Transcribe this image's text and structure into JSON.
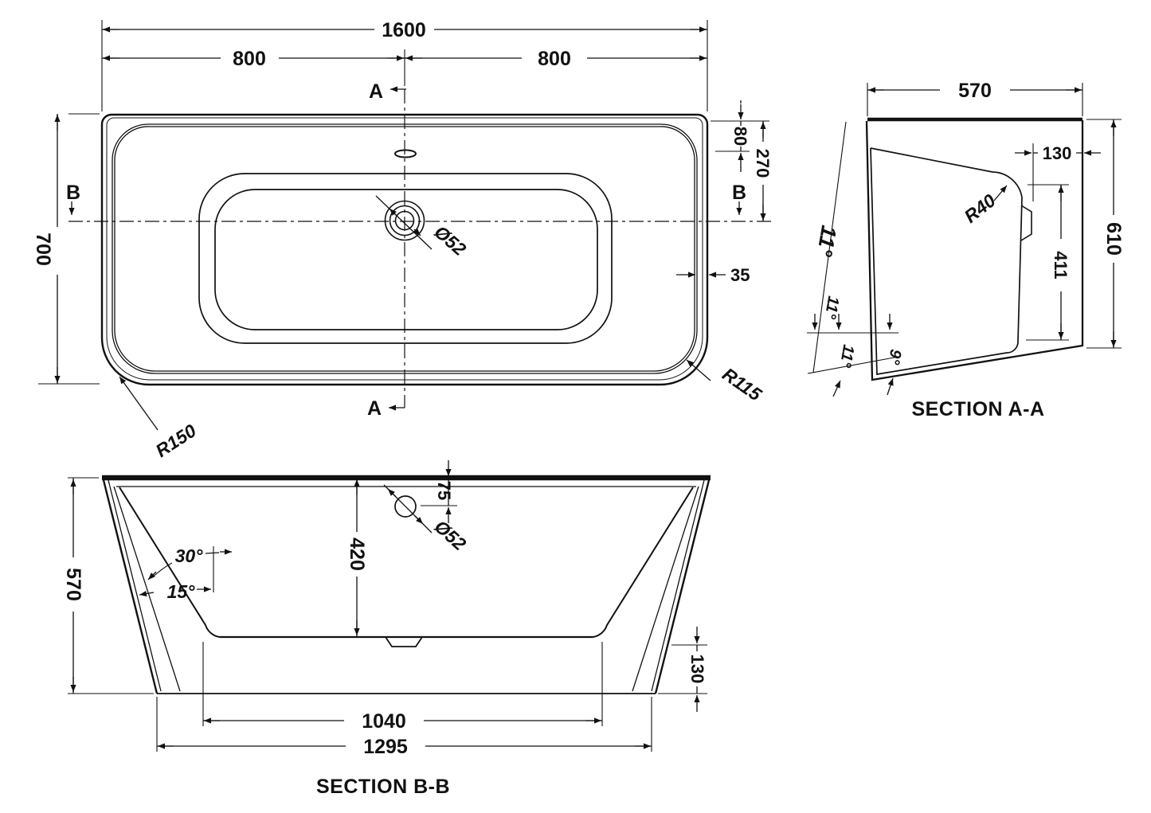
{
  "plan": {
    "dim_overall_length": "1600",
    "dim_half_left": "800",
    "dim_half_right": "800",
    "dim_overall_width": "700",
    "dim_overflow_offset": "80",
    "dim_drain_offset": "270",
    "dim_rim_width": "35",
    "dim_corner_front": "R150",
    "dim_corner_inner": "R115",
    "dim_drain_dia": "Ø52",
    "marker_a": "A",
    "marker_b": "B"
  },
  "section_aa": {
    "title": "SECTION A-A",
    "dim_width": "570",
    "dim_ledge": "130",
    "dim_corner": "R40",
    "dim_inner_depth": "411",
    "dim_height": "610",
    "angle_wall_1": "11°",
    "angle_wall_2": "11°",
    "angle_wall_3": "11°",
    "angle_base": "9°"
  },
  "section_bb": {
    "title": "SECTION B-B",
    "dim_height": "570",
    "dim_depth": "420",
    "dim_overflow_offset": "75",
    "dim_overflow_dia": "Ø52",
    "angle_backrest": "30°",
    "angle_wall": "15°",
    "dim_plinth_height": "130",
    "dim_base_length": "1040",
    "dim_base_overall": "1295"
  },
  "colors": {
    "line": "#111111",
    "bg": "#ffffff"
  }
}
